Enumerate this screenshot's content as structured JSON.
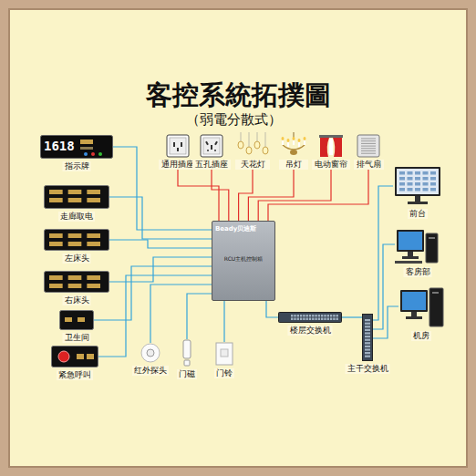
{
  "diagram": {
    "title": "客控系統拓撲圖",
    "nodes": [
      {
        "text": [
          "指示牌"
        ]
      },
      {
        "text": [
          "走廊取电"
        ]
      },
      {
        "text": [
          "左床头"
        ]
      },
      {
        "text": [
          "右床头"
        ]
      },
      {
        "text": [
          "卫生间"
        ]
      },
      {
        "text": [
          "紧急呼叫"
        ]
      },
      {
        "text": [
          "通用插座"
        ]
      },
      {
        "text": [
          "五孔插座"
        ]
      },
      {
        "text": [
          "天花灯"
        ]
      },
      {
        "text": [
          "吊灯"
        ]
      },
      {
        "text": [
          "电动窗帘"
        ]
      },
      {
        "text": [
          "排气扇"
        ]
      },
      {
        "text": [
          "Beady贝迪斯",
          "RCU主机控制箱"
        ]
      },
      {
        "text": [
          "红外探头"
        ]
      },
      {
        "text": [
          "门磁"
        ]
      },
      {
        "text": [
          "门铃"
        ]
      },
      {
        "text": [
          "楼层交换机"
        ]
      },
      {
        "text": [
          "主干交换机"
        ]
      },
      {
        "text": [
          "前台"
        ]
      },
      {
        "text": [
          "客房部"
        ]
      },
      {
        "text": [
          "机房"
        ]
      }
    ],
    "edges": [
      {
        "from": 0,
        "to": 12,
        "arrow": "none"
      },
      {
        "from": 1,
        "to": 12,
        "arrow": "none"
      },
      {
        "from": 2,
        "to": 12,
        "arrow": "none"
      },
      {
        "from": 3,
        "to": 12,
        "arrow": "none"
      },
      {
        "from": 4,
        "to": 12,
        "arrow": "none"
      },
      {
        "from": 5,
        "to": 12,
        "arrow": "none"
      },
      {
        "from": 6,
        "to": 12,
        "arrow": "none"
      },
      {
        "from": 7,
        "to": 12,
        "arrow": "none"
      },
      {
        "from": 8,
        "to": 12,
        "arrow": "none"
      },
      {
        "from": 9,
        "to": 12,
        "arrow": "none"
      },
      {
        "from": 10,
        "to": 12,
        "arrow": "none"
      },
      {
        "from": 11,
        "to": 12,
        "arrow": "none"
      },
      {
        "from": 13,
        "to": 12,
        "arrow": "none"
      },
      {
        "from": 14,
        "to": 12,
        "arrow": "none"
      },
      {
        "from": 15,
        "to": 12,
        "arrow": "none"
      },
      {
        "from": 12,
        "to": 16,
        "arrow": "none"
      },
      {
        "from": 16,
        "to": 17,
        "arrow": "none"
      },
      {
        "from": 17,
        "to": 18,
        "arrow": "none"
      },
      {
        "from": 17,
        "to": 19,
        "arrow": "none"
      },
      {
        "from": 17,
        "to": 20,
        "arrow": "none"
      }
    ],
    "labels": [
      "（弱電分散式）",
      "1618"
    ]
  }
}
